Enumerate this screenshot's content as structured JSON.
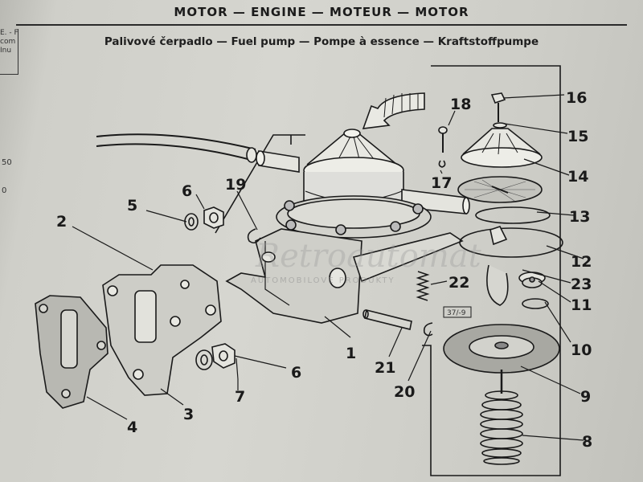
{
  "header": {
    "title": "MOTOR — ENGINE — MOTEUR — MOTOR",
    "subtitle": "Palivové čerpadlo — Fuel pump — Pompe à essence — Kraftstoffpumpe"
  },
  "sidebar_fragment": [
    "E. - F",
    "com",
    "Inu"
  ],
  "margin_fragments": [
    "50",
    "0"
  ],
  "watermark": {
    "main": "Retroautomat",
    "sub": "AUTOMOBILOVÉ PRODUKTY"
  },
  "small_label": "37/-9",
  "part_numbers": [
    "1",
    "2",
    "3",
    "4",
    "5",
    "6",
    "6",
    "7",
    "8",
    "9",
    "10",
    "11",
    "12",
    "13",
    "14",
    "15",
    "16",
    "17",
    "18",
    "19",
    "20",
    "21",
    "22",
    "23"
  ],
  "colors": {
    "ink": "#1a1a1a",
    "paper": "#d3d3cd"
  }
}
